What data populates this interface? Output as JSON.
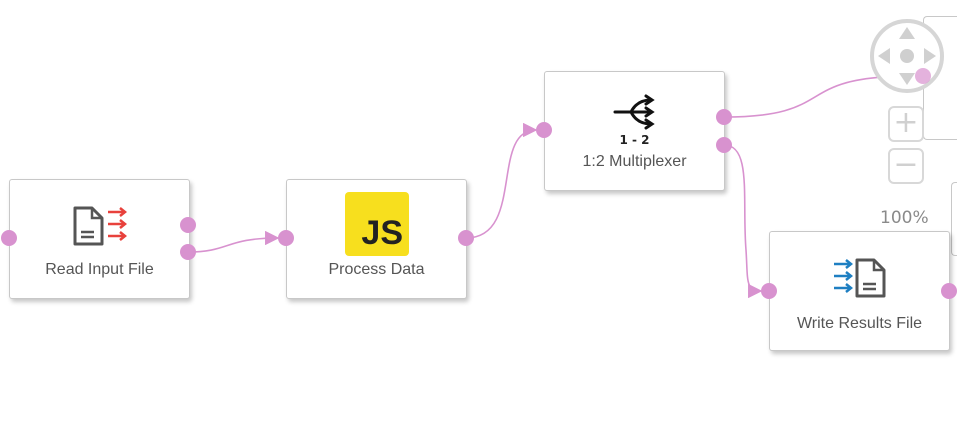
{
  "colors": {
    "connection": "#d892cf",
    "port": "#d892cf",
    "node_border": "#c8c8c8",
    "js_badge": "#f7df1e",
    "read_arrows": "#e8413c",
    "write_arrows": "#1e7fc2"
  },
  "nodes": [
    {
      "id": "read",
      "label": "Read Input File",
      "icon": "file-read-icon"
    },
    {
      "id": "process",
      "label": "Process Data",
      "icon": "javascript-icon",
      "badge_text": "JS"
    },
    {
      "id": "mux",
      "label": "1:2 Multiplexer",
      "icon": "multiplexer-icon",
      "badge_text": "1 - 2"
    },
    {
      "id": "write",
      "label": "Write Results File",
      "icon": "file-write-icon"
    }
  ],
  "connections": [
    {
      "from": "read",
      "to": "process"
    },
    {
      "from": "process",
      "to": "mux"
    },
    {
      "from": "mux",
      "to": "offscreen-right"
    },
    {
      "from": "mux",
      "to": "write"
    }
  ],
  "navigator": {
    "pan_control": "pan-compass-icon",
    "zoom_in": "+",
    "zoom_out": "−",
    "zoom_level": "100%"
  }
}
